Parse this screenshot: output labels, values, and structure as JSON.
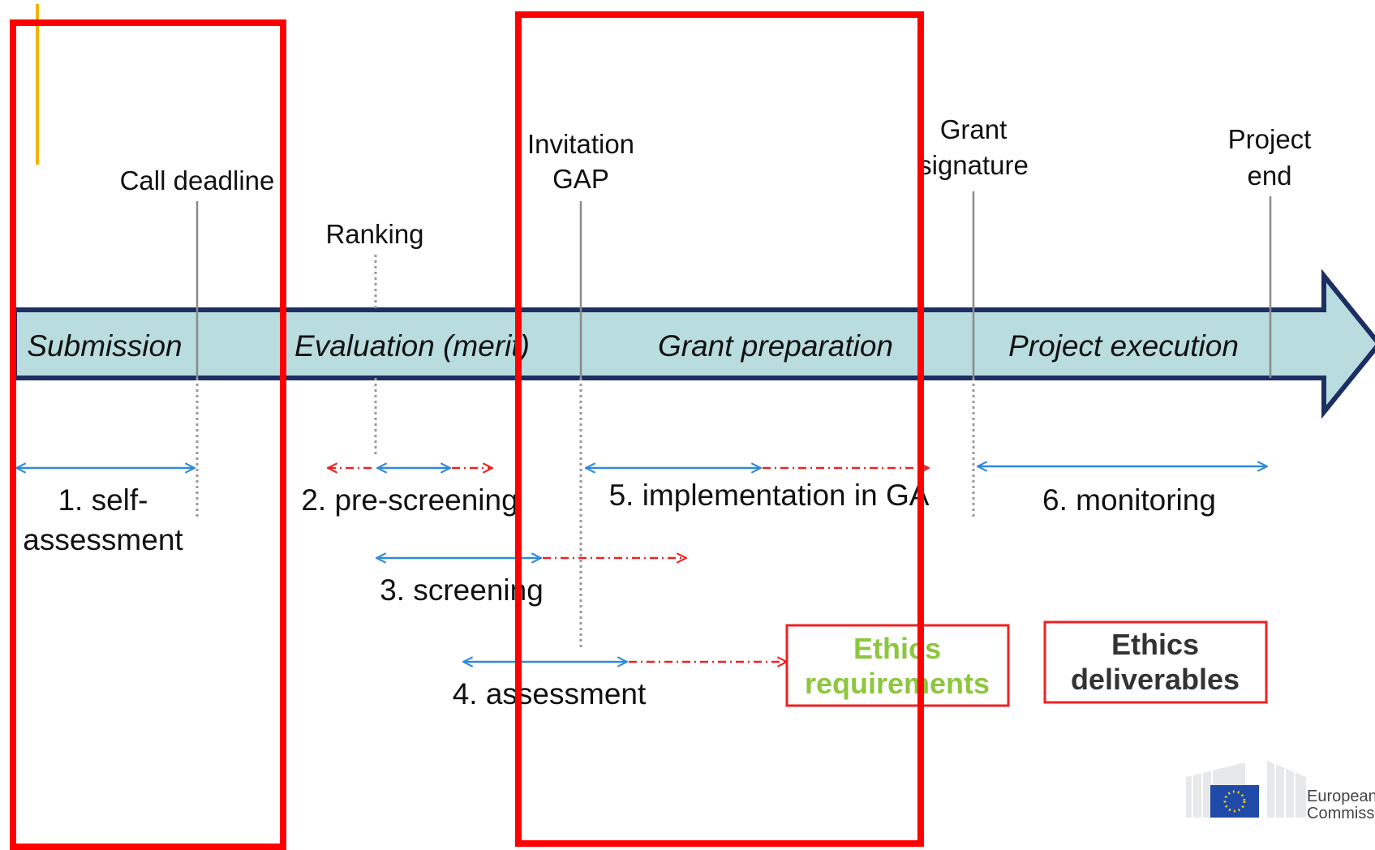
{
  "milestones": {
    "call_deadline": "Call deadline",
    "ranking": "Ranking",
    "invitation_line1": "Invitation",
    "invitation_line2": "GAP",
    "grant_line1": "Grant",
    "grant_line2": "signature",
    "project_end_line1": "Project",
    "project_end_line2": "end"
  },
  "phases": {
    "submission": "Submission",
    "evaluation": "Evaluation (merit)",
    "grant_preparation": "Grant preparation",
    "project_execution": "Project execution"
  },
  "steps": {
    "self_assessment_line1": "1. self-",
    "self_assessment_line2": "assessment",
    "pre_screening": "2. pre-screening",
    "screening": "3. screening",
    "assessment": "4. assessment",
    "implementation": "5. implementation in GA",
    "monitoring": "6. monitoring"
  },
  "boxes": {
    "ethics_requirements_line1": "Ethics",
    "ethics_requirements_line2": "requirements",
    "ethics_deliverables_line1": "Ethics",
    "ethics_deliverables_line2": "deliverables"
  },
  "logo": {
    "line1": "European",
    "line2": "Commission"
  },
  "colors": {
    "band_fill": "#b9dcdf",
    "band_border": "#1c2f63",
    "arrow_blue": "#2f8ad8",
    "arrow_red": "#ee2222",
    "highlight_red": "#ff0000",
    "green_text": "#8dc63f",
    "dark_text": "#333333",
    "yellow_mark": "#f2b200"
  }
}
